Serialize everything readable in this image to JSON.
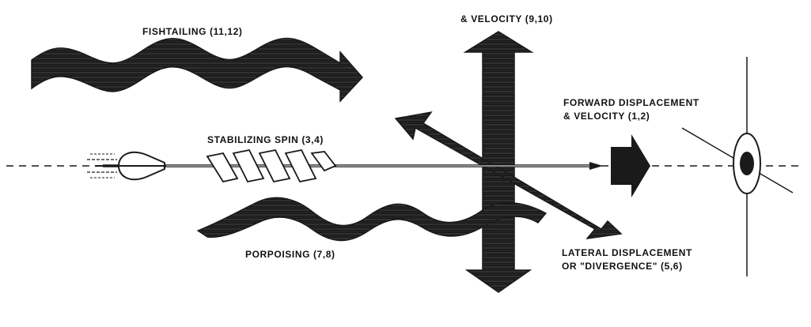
{
  "diagram": {
    "labels": {
      "fishtailing": "FISHTAILING (11,12)",
      "vertical_velocity": "& VELOCITY (9,10)",
      "forward_line1": "FORWARD DISPLACEMENT",
      "forward_line2": "& VELOCITY (1,2)",
      "stabilizing_spin": "STABILIZING SPIN (3,4)",
      "porpoising": "PORPOISING (7,8)",
      "lateral_line1": "LATERAL DISPLACEMENT",
      "lateral_line2": "OR \"DIVERGENCE\" (5,6)"
    },
    "colors": {
      "ink": "#1a1a1a",
      "background": "#ffffff"
    }
  }
}
